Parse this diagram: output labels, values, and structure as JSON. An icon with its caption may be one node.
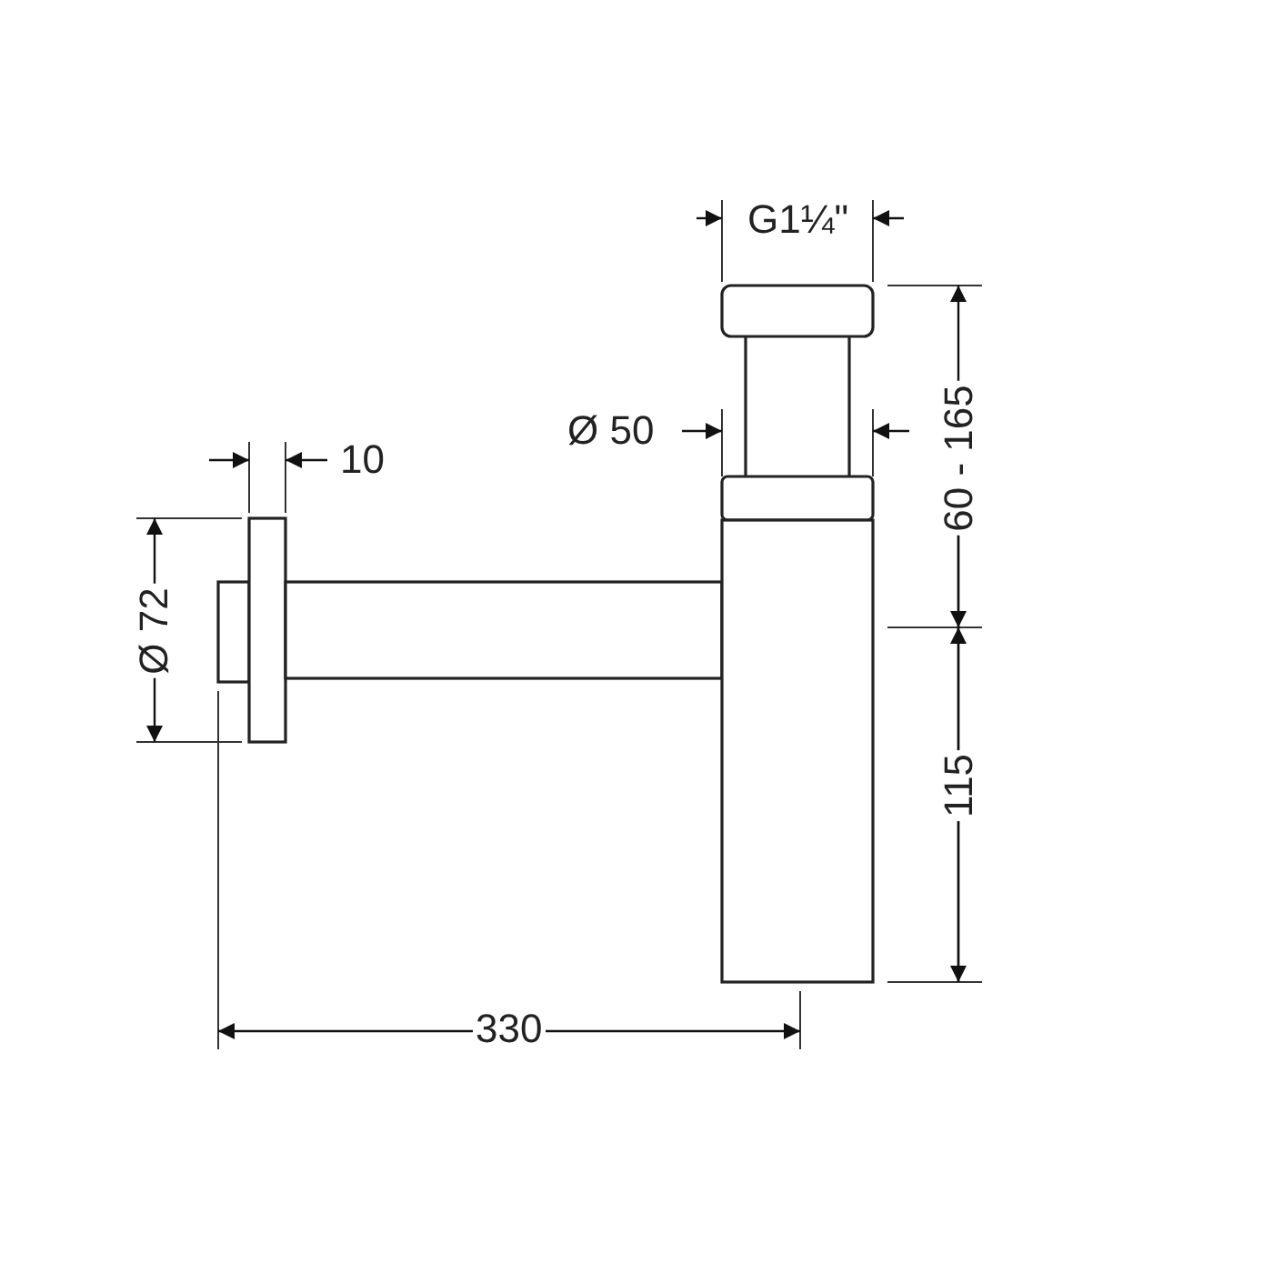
{
  "diagram": {
    "labels": [
      "G1¼\"",
      "Ø 50",
      "10",
      "60 - 165",
      "Ø 72",
      "115",
      "330"
    ]
  }
}
